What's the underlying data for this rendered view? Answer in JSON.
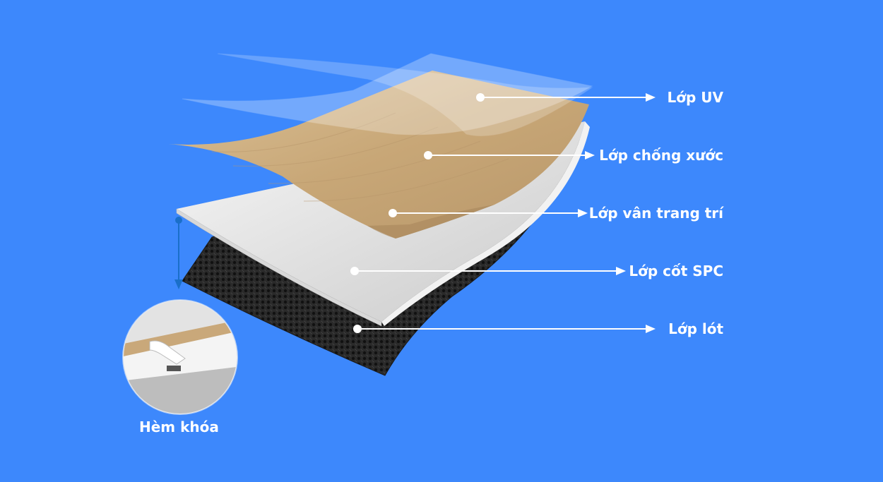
{
  "layers": [
    {
      "id": "uv",
      "label": "Lớp UV"
    },
    {
      "id": "scratch",
      "label": "Lớp chống xước"
    },
    {
      "id": "decor",
      "label": "Lớp vân trang trí"
    },
    {
      "id": "core",
      "label": "Lớp cốt SPC"
    },
    {
      "id": "under",
      "label": "Lớp lót"
    }
  ],
  "lock_label": "Hèm khóa",
  "colors": {
    "background": "#3d88fc",
    "wood": "#c9aa7c",
    "core": "#e9e9e9",
    "underlay": "#2b2b2b",
    "callout": "#ffffff",
    "lock_marker": "#1a6fc9"
  }
}
